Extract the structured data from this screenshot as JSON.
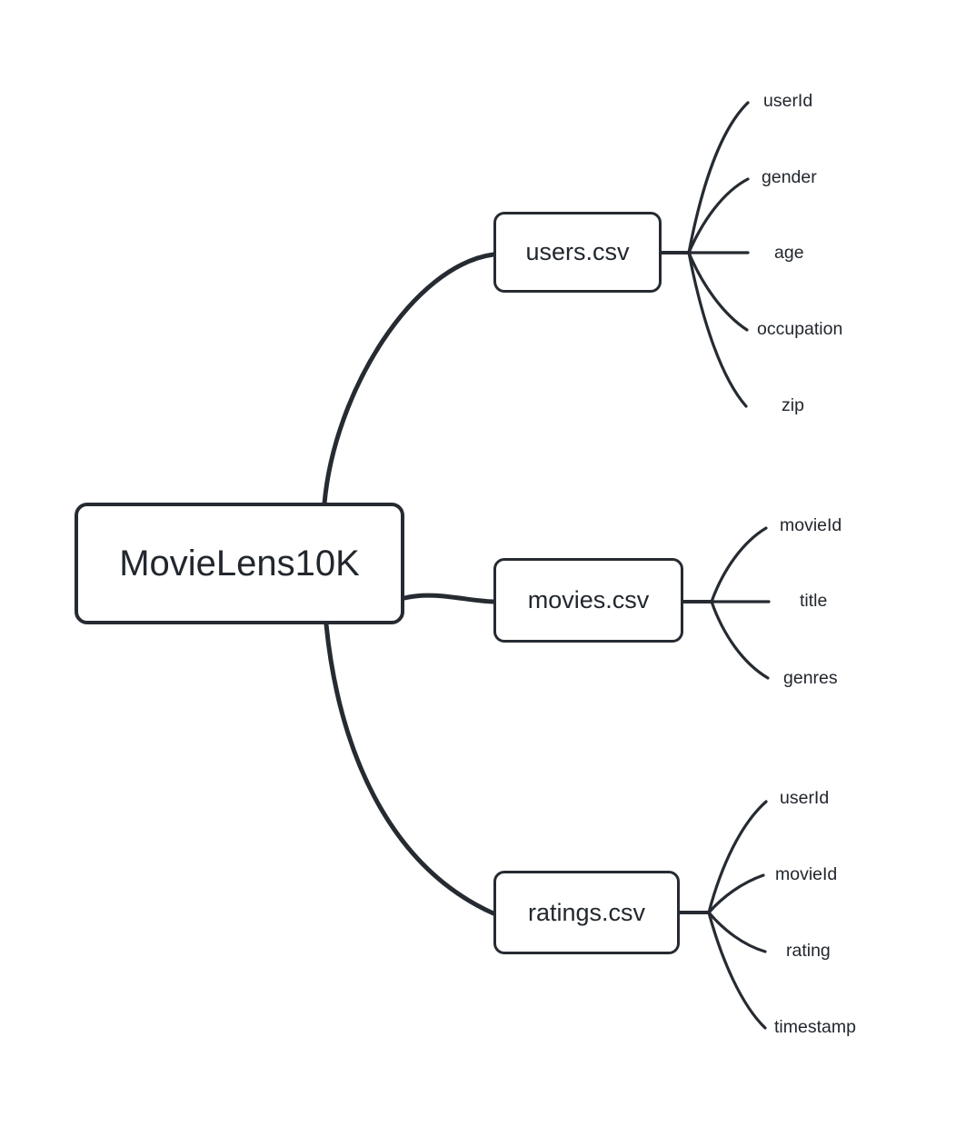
{
  "root": {
    "label": "MovieLens10K"
  },
  "branches": [
    {
      "label": "users.csv",
      "children": [
        "userId",
        "gender",
        "age",
        "occupation",
        "zip"
      ]
    },
    {
      "label": "movies.csv",
      "children": [
        "movieId",
        "title",
        "genres"
      ]
    },
    {
      "label": "ratings.csv",
      "children": [
        "userId",
        "movieId",
        "rating",
        "timestamp"
      ]
    }
  ],
  "colors": {
    "stroke": "#262b32",
    "text": "#22272e",
    "background": "#ffffff"
  }
}
